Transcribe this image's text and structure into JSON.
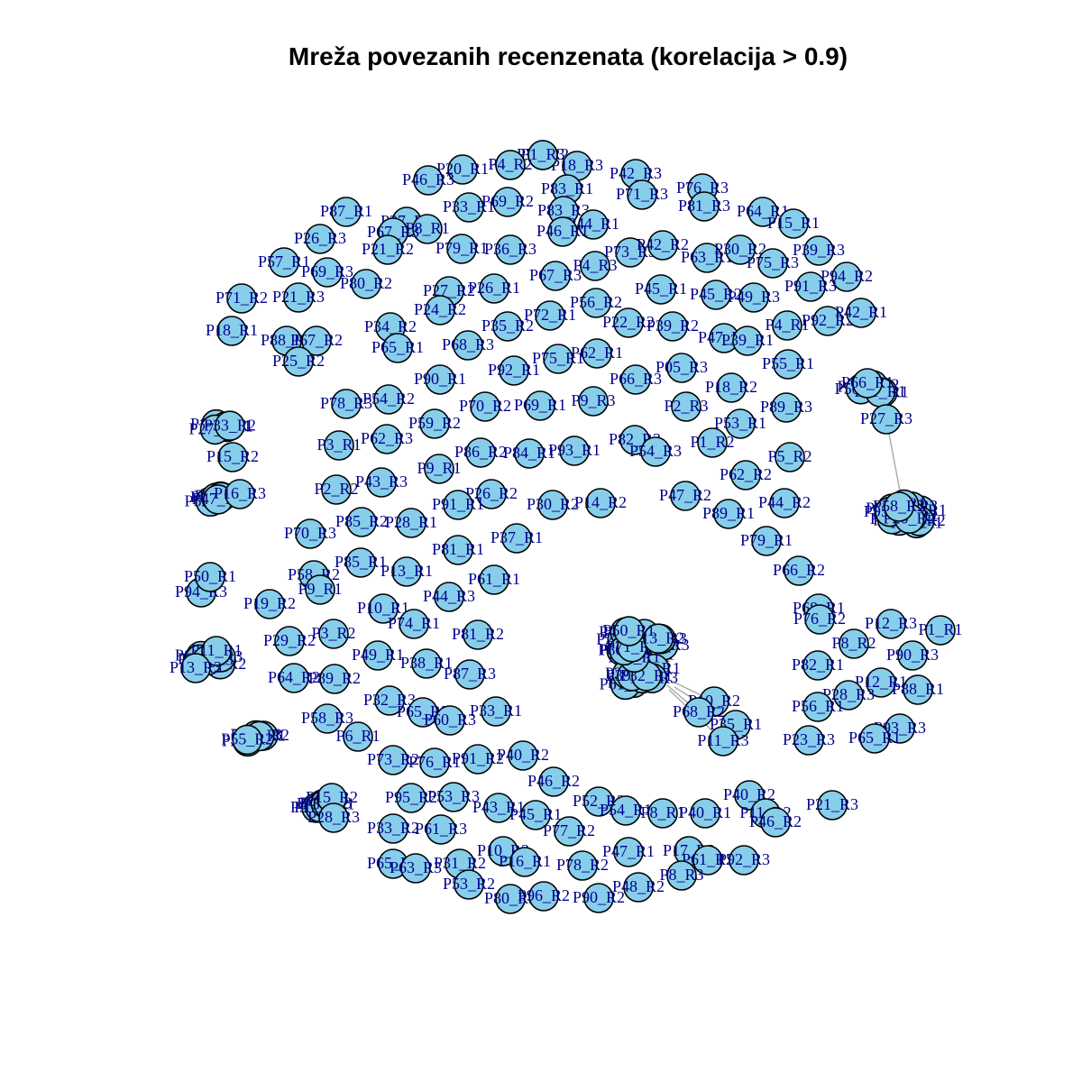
{
  "title": "Mreža povezanih recenzenata (korelacija > 0.9)",
  "colors": {
    "node_fill": "#87ceeb",
    "node_stroke": "#000000",
    "label_color": "#00008b",
    "edge_color": "#a9a9a9"
  },
  "nodes": [
    "P75_R2",
    "P7_R2",
    "P18_R3",
    "P42_R3",
    "P20_R1",
    "P46_R3",
    "P76_R3",
    "P83_R1",
    "P71_R3",
    "P81_R3",
    "P33_R1",
    "P69_R2",
    "P64_R1",
    "P15_R1",
    "P87_R1",
    "P27_R1",
    "P83_R3",
    "P44_R1",
    "P8_R1",
    "P67_R3",
    "P26_R3",
    "P21_R2",
    "P46_R1",
    "P79_R1",
    "P36_R3",
    "P73_R3",
    "P42_R2",
    "P63_R1",
    "P30_R2",
    "P39_R3",
    "P57_R1",
    "P69_R3",
    "P4_R3",
    "P75_R3",
    "P94_R2",
    "P67_R3",
    "P80_R2",
    "P91_R3",
    "P71_R2",
    "P21_R3",
    "P27_R2",
    "P26_R1",
    "P56_R2",
    "P45_R1",
    "P45_R2",
    "P49_R3",
    "P92_R2",
    "P42_R1",
    "P24_R2",
    "P72_R1",
    "P22_R2",
    "P39_R2",
    "P4_R1",
    "P18_R1",
    "P34_R2",
    "P35_R2",
    "P47_R3",
    "P39_R1",
    "P88_R2",
    "P67_R2",
    "P25_R2",
    "P65_R1",
    "P68_R3",
    "P75_R1",
    "P62_R1",
    "P55_R1",
    "P05_R3",
    "P92_R1",
    "P66_R3",
    "P90_R1",
    "P18_R2",
    "P78_R3",
    "P54_R2",
    "P70_R2",
    "P69_R1",
    "P9_R3",
    "P2_R3",
    "P89_R3",
    "P59_R2",
    "P53_R1",
    "P3_R1",
    "P62_R3",
    "P82_R3",
    "P1_R2",
    "P86_R2",
    "P84_R1",
    "P93_R1",
    "P54_R3",
    "P5_R2",
    "P9_R1",
    "P62_R2",
    "P43_R3",
    "P2_R2",
    "P26_R2",
    "P47_R2",
    "P91_R1",
    "P30_R2",
    "P14_R2",
    "P44_R2",
    "P89_R1",
    "P85_R2",
    "P28_R1",
    "P70_R3",
    "P37_R1",
    "P79_R1",
    "P81_R1",
    "P85_R1",
    "P66_R2",
    "P13_R1",
    "P58_R2",
    "P61_R1",
    "P19_R2",
    "P9_R1",
    "P44_R3",
    "P68_R1",
    "P76_R2",
    "P10_R1",
    "P12_R3",
    "P1_R1",
    "P74_R1",
    "P81_R2",
    "P8_R2",
    "P3_R2",
    "P29_R2",
    "P90_R3",
    "P49_R1",
    "P38_R1",
    "P82_R1",
    "P87_R3",
    "P64_R2",
    "P89_R2",
    "P12_R1",
    "P88_R1",
    "P28_R3",
    "P32_R3",
    "P10_R2",
    "P65_R3",
    "P56_R1",
    "P58_R3",
    "P33_R1",
    "P60_R3",
    "P68_R2",
    "P35_R1",
    "P93_R3",
    "P6_R1",
    "P23_R3",
    "P65_R1",
    "P11_R3",
    "P73_R2",
    "P76_R1",
    "P91_R2",
    "P40_R2",
    "P46_R2",
    "P95_R2",
    "P53_R3",
    "P52_R3",
    "P40_R2",
    "P21_R3",
    "P43_R1",
    "P54_R1",
    "P8_R1",
    "P40_R1",
    "P11_R2",
    "P46_R2",
    "P15_R2",
    "P28_R3",
    "P45_R1",
    "P33_R2",
    "P61_R3",
    "P77_R2",
    "P10_R3",
    "P47_R1",
    "P17_R3",
    "P65_R2",
    "P63_R3",
    "P31_R2",
    "P16_R1",
    "P78_R2",
    "P61_R2",
    "P92_R3",
    "P8_R3",
    "P53_R2",
    "P48_R2",
    "P80_R3",
    "P96_R2",
    "P90_R2",
    "P15_R2",
    "P94_R3",
    "P50_R1",
    "P11_R1",
    "P13_R3",
    "P16_R3",
    "P27_R3",
    "P58_R2",
    "P66_R1",
    "P1_R3",
    "P4_R2"
  ],
  "edges": [
    [
      "P4_R2",
      "P66_R1"
    ],
    [
      "P10_R2",
      "P11_R3"
    ],
    [
      "P68_R2",
      "P35_R1"
    ]
  ]
}
